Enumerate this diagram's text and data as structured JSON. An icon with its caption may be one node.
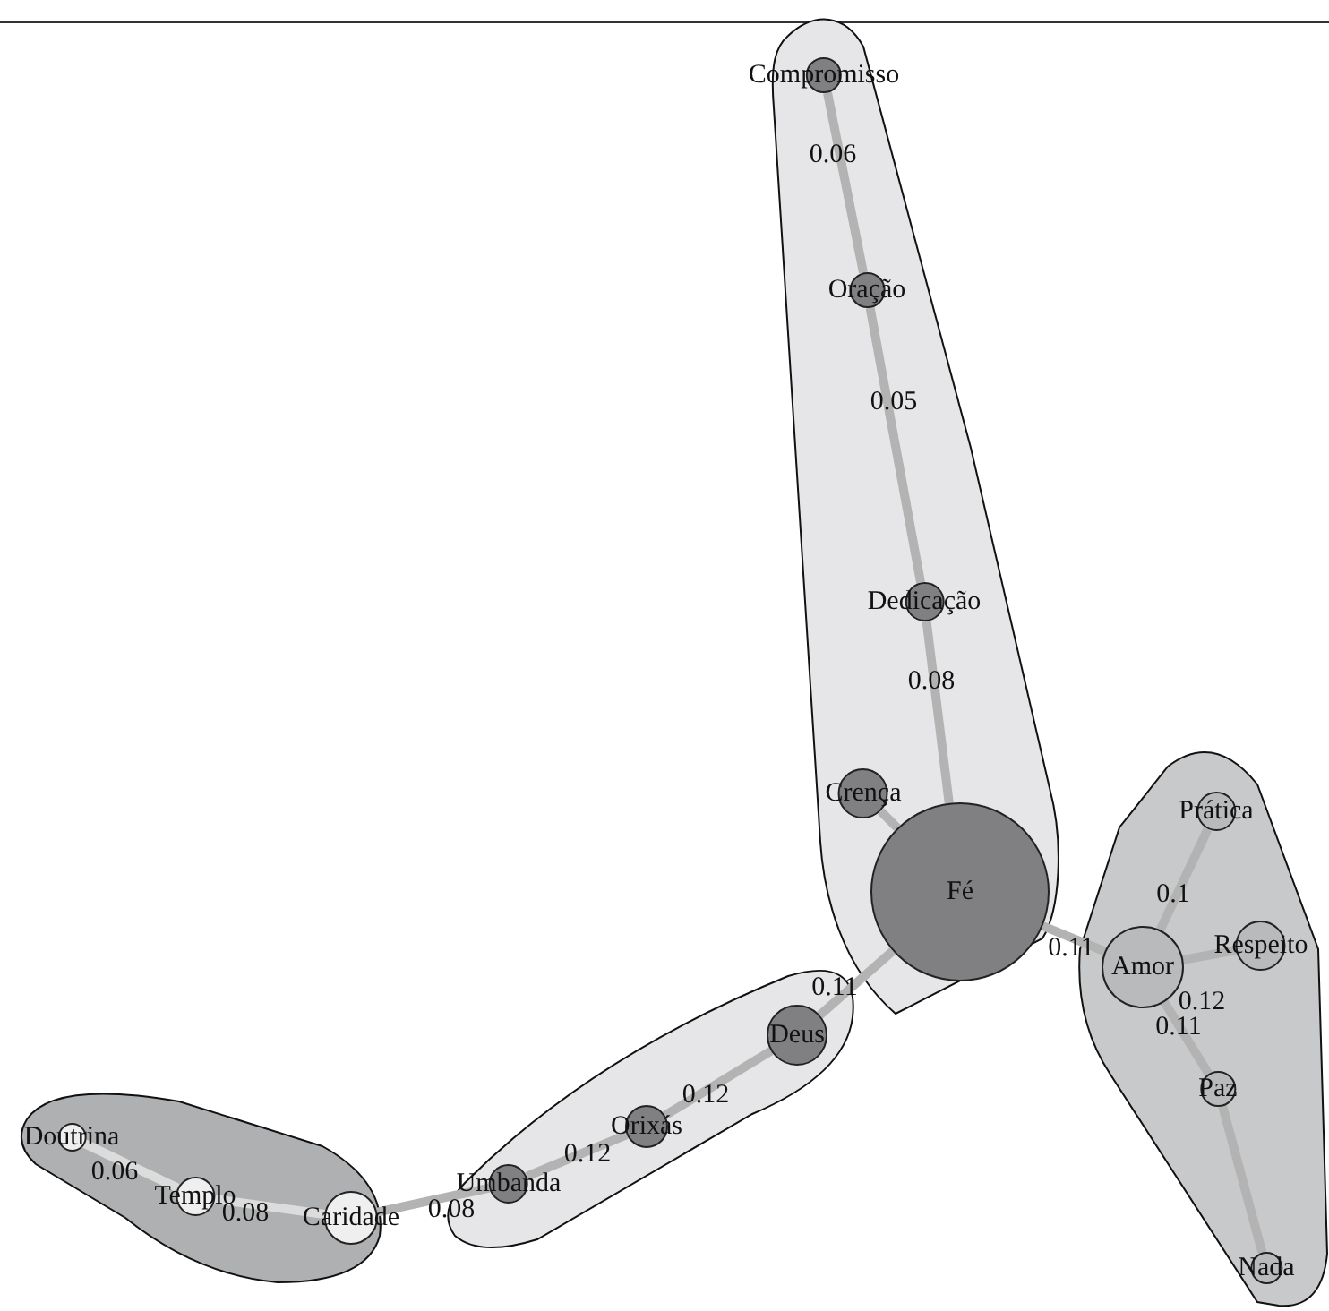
{
  "diagram": {
    "nodes": [
      {
        "text": [],
        "shape": "band"
      },
      {
        "text": [
          "Compromisso"
        ],
        "in": 0
      },
      {
        "text": [
          "Oração"
        ],
        "in": 0
      },
      {
        "text": [
          "Dedicação"
        ],
        "in": 0
      },
      {
        "text": [
          "Crença"
        ],
        "in": 0
      },
      {
        "text": [
          "Fé"
        ],
        "in": 0
      },
      {
        "text": [],
        "shape": "band"
      },
      {
        "text": [
          "Prática"
        ],
        "in": 6
      },
      {
        "text": [
          "Amor"
        ],
        "in": 6
      },
      {
        "text": [
          "Respeito"
        ],
        "in": 6
      },
      {
        "text": [
          "Paz"
        ],
        "in": 6
      },
      {
        "text": [
          "Nada"
        ],
        "in": 6
      },
      {
        "text": [],
        "shape": "band"
      },
      {
        "text": [
          "Deus"
        ],
        "in": 12
      },
      {
        "text": [
          "Orixás"
        ],
        "in": 12
      },
      {
        "text": [
          "Umbanda"
        ],
        "in": 12
      },
      {
        "text": [],
        "shape": "band"
      },
      {
        "text": [
          "Doutrina"
        ],
        "in": 16
      },
      {
        "text": [
          "Templo"
        ],
        "in": 16
      },
      {
        "text": [
          "Caridade"
        ],
        "in": 16
      }
    ],
    "edges": [
      {
        "from": 1,
        "to": 2,
        "arrow": "none",
        "label": "0.06"
      },
      {
        "from": 2,
        "to": 3,
        "arrow": "none",
        "label": "0.05"
      },
      {
        "from": 3,
        "to": 5,
        "arrow": "none",
        "label": "0.08"
      },
      {
        "from": 4,
        "to": 5,
        "arrow": "none"
      },
      {
        "from": 5,
        "to": 8,
        "arrow": "none",
        "label": "0.11"
      },
      {
        "from": 5,
        "to": 13,
        "arrow": "none",
        "label": "0.11"
      },
      {
        "from": 8,
        "to": 7,
        "arrow": "none",
        "label": "0.1"
      },
      {
        "from": 8,
        "to": 9,
        "arrow": "none",
        "label": "0.12"
      },
      {
        "from": 8,
        "to": 10,
        "arrow": "none",
        "label": "0.11"
      },
      {
        "from": 10,
        "to": 11,
        "arrow": "none"
      },
      {
        "from": 13,
        "to": 14,
        "arrow": "none",
        "label": "0.12"
      },
      {
        "from": 14,
        "to": 15,
        "arrow": "none",
        "label": "0.12"
      },
      {
        "from": 15,
        "to": 19,
        "arrow": "none",
        "label": "0.08"
      },
      {
        "from": 19,
        "to": 18,
        "arrow": "none",
        "label": "0.08",
        "color": "#dcdcdc"
      },
      {
        "from": 18,
        "to": 17,
        "arrow": "none",
        "label": "0.06",
        "color": "#dcdcdc"
      }
    ]
  }
}
